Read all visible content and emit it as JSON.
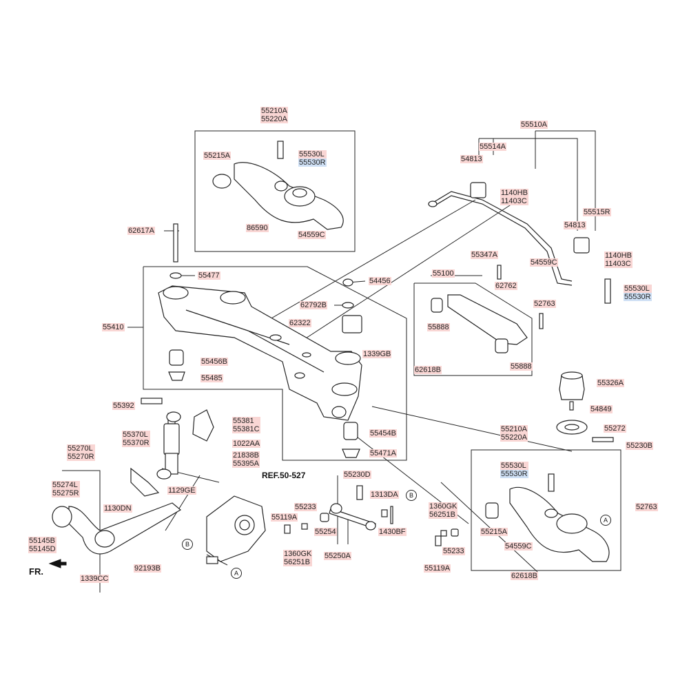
{
  "colors": {
    "label_fill": "#f9d6d4",
    "label_alt_fill": "#cfe0f5",
    "line": "#222222"
  },
  "labels": [
    {
      "id": "l1",
      "lines": [
        "55210A",
        "55220A"
      ]
    },
    {
      "id": "l2",
      "lines": [
        "55215A"
      ]
    },
    {
      "id": "l3",
      "lines": [
        "55530L",
        "55530R"
      ]
    },
    {
      "id": "l4",
      "lines": [
        "86590"
      ]
    },
    {
      "id": "l5",
      "lines": [
        "54559C"
      ]
    },
    {
      "id": "l6",
      "lines": [
        "62617A"
      ]
    },
    {
      "id": "l7",
      "lines": [
        "55477"
      ]
    },
    {
      "id": "l8",
      "lines": [
        "55410"
      ]
    },
    {
      "id": "l9",
      "lines": [
        "55456B"
      ]
    },
    {
      "id": "l10",
      "lines": [
        "55485"
      ]
    },
    {
      "id": "l11",
      "lines": [
        "55392"
      ]
    },
    {
      "id": "l12",
      "lines": [
        "55381",
        "55381C"
      ]
    },
    {
      "id": "l13",
      "lines": [
        "1022AA"
      ]
    },
    {
      "id": "l14",
      "lines": [
        "55370L",
        "55370R"
      ]
    },
    {
      "id": "l15",
      "lines": [
        "21838B",
        "55395A"
      ]
    },
    {
      "id": "l16",
      "lines": [
        "55270L",
        "55270R"
      ]
    },
    {
      "id": "l17",
      "lines": [
        "55274L",
        "55275R"
      ]
    },
    {
      "id": "l18",
      "lines": [
        "1129GE"
      ]
    },
    {
      "id": "l19",
      "lines": [
        "1130DN"
      ]
    },
    {
      "id": "l20",
      "lines": [
        "55145B",
        "55145D"
      ]
    },
    {
      "id": "l21",
      "lines": [
        "92193B"
      ]
    },
    {
      "id": "l22",
      "lines": [
        "1339CC"
      ]
    },
    {
      "id": "l23",
      "lines": [
        "54456"
      ]
    },
    {
      "id": "l24",
      "lines": [
        "62792B"
      ]
    },
    {
      "id": "l25",
      "lines": [
        "62322"
      ]
    },
    {
      "id": "l26",
      "lines": [
        "1339GB"
      ]
    },
    {
      "id": "l27",
      "lines": [
        "55454B"
      ]
    },
    {
      "id": "l28",
      "lines": [
        "55471A"
      ]
    },
    {
      "id": "l29",
      "lines": [
        "55230D"
      ]
    },
    {
      "id": "l30",
      "lines": [
        "55233"
      ]
    },
    {
      "id": "l31",
      "lines": [
        "55119A"
      ]
    },
    {
      "id": "l32",
      "lines": [
        "55254"
      ]
    },
    {
      "id": "l33",
      "lines": [
        "1360GK",
        "56251B"
      ]
    },
    {
      "id": "l34",
      "lines": [
        "55250A"
      ]
    },
    {
      "id": "l35",
      "lines": [
        "1313DA"
      ]
    },
    {
      "id": "l36",
      "lines": [
        "1430BF"
      ]
    },
    {
      "id": "l37",
      "lines": [
        "55510A"
      ]
    },
    {
      "id": "l38",
      "lines": [
        "55514A"
      ]
    },
    {
      "id": "l39",
      "lines": [
        "54813"
      ]
    },
    {
      "id": "l40",
      "lines": [
        "1140HB",
        "11403C"
      ]
    },
    {
      "id": "l41",
      "lines": [
        "55515R"
      ]
    },
    {
      "id": "l42",
      "lines": [
        "54813"
      ]
    },
    {
      "id": "l43",
      "lines": [
        "1140HB",
        "11403C"
      ]
    },
    {
      "id": "l44",
      "lines": [
        "54559C"
      ]
    },
    {
      "id": "l45",
      "lines": [
        "55530L",
        "55530R"
      ]
    },
    {
      "id": "l46",
      "lines": [
        "55347A"
      ]
    },
    {
      "id": "l47",
      "lines": [
        "55100"
      ]
    },
    {
      "id": "l48",
      "lines": [
        "62762"
      ]
    },
    {
      "id": "l49",
      "lines": [
        "52763"
      ]
    },
    {
      "id": "l50",
      "lines": [
        "55888"
      ]
    },
    {
      "id": "l51",
      "lines": [
        "55888"
      ]
    },
    {
      "id": "l52",
      "lines": [
        "62618B"
      ]
    },
    {
      "id": "l53",
      "lines": [
        "55326A"
      ]
    },
    {
      "id": "l54",
      "lines": [
        "54849"
      ]
    },
    {
      "id": "l55",
      "lines": [
        "55272"
      ]
    },
    {
      "id": "l56",
      "lines": [
        "55210A",
        "55220A"
      ]
    },
    {
      "id": "l57",
      "lines": [
        "55230B"
      ]
    },
    {
      "id": "l58",
      "lines": [
        "55530L",
        "55530R"
      ]
    },
    {
      "id": "l59",
      "lines": [
        "52763"
      ]
    },
    {
      "id": "l60",
      "lines": [
        "55215A"
      ]
    },
    {
      "id": "l61",
      "lines": [
        "1360GK",
        "56251B"
      ]
    },
    {
      "id": "l62",
      "lines": [
        "55233"
      ]
    },
    {
      "id": "l63",
      "lines": [
        "55119A"
      ]
    },
    {
      "id": "l64",
      "lines": [
        "54559C"
      ]
    },
    {
      "id": "l65",
      "lines": [
        "62618B"
      ]
    }
  ],
  "texts": {
    "ref": "REF.50-527",
    "front": "FR."
  },
  "markers": {
    "a": "A",
    "b": "B"
  }
}
